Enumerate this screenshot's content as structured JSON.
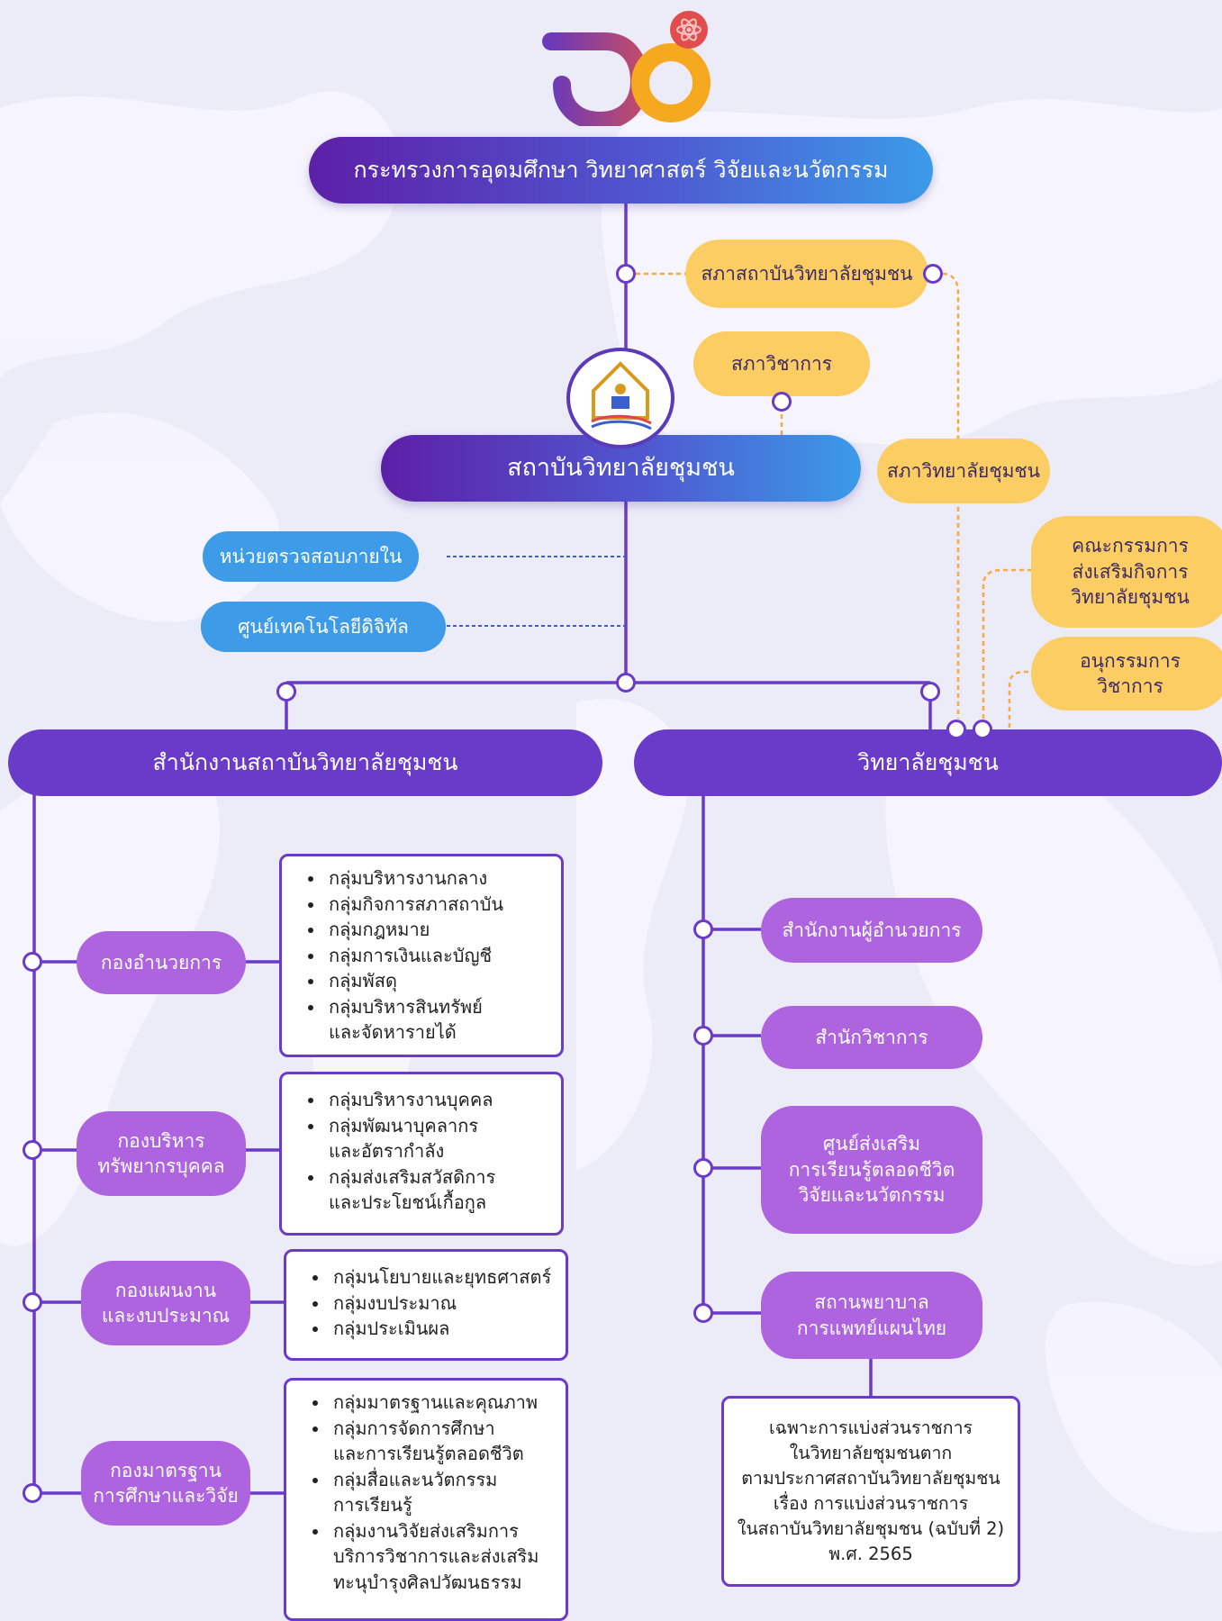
{
  "colors": {
    "background": "#ecebf8",
    "line_purple": "#6a3ac9",
    "ministry_gradient": [
      "#5d1fa8",
      "#3b9be9"
    ],
    "council_yellow": "#fccd63",
    "unit_blue": "#3d9be8",
    "branch_dark_purple": "#6a3ac9",
    "division_light_purple": "#ae63df"
  },
  "logo": {
    "icon": "institute-logo-with-atom-icon"
  },
  "ministry": {
    "label": "กระทรวงการอุดมศึกษา วิทยาศาสตร์ วิจัยและนวัตกรรม"
  },
  "councils": {
    "institute_council": "สภาสถาบันวิทยาลัยชุมชน",
    "academic_council": "สภาวิชาการ",
    "college_council": "สภาวิทยาลัยชุมชน",
    "promotion_committee": [
      "คณะกรรมการ",
      "ส่งเสริมกิจการ",
      "วิทยาลัยชุมชน"
    ],
    "academic_subcommittee": [
      "อนุกรรมการ",
      "วิชาการ"
    ]
  },
  "institute": {
    "label": "สถาบันวิทยาลัยชุมชน",
    "seal_icon": "institute-seal-icon"
  },
  "units": {
    "internal_audit": "หน่วยตรวจสอบภายใน",
    "digital_center": "ศูนย์เทคโนโลยีดิจิทัล"
  },
  "office_branch": {
    "title": "สำนักงานสถาบันวิทยาลัยชุมชน",
    "divisions": [
      {
        "label_lines": [
          "กองอำนวยการ"
        ],
        "groups": [
          [
            "กลุ่มบริหารงานกลาง"
          ],
          [
            "กลุ่มกิจการสภาสถาบัน"
          ],
          [
            "กลุ่มกฎหมาย"
          ],
          [
            "กลุ่มการเงินและบัญชี"
          ],
          [
            "กลุ่มพัสดุ"
          ],
          [
            "กลุ่มบริหารสินทรัพย์",
            "และจัดหารายได้"
          ]
        ]
      },
      {
        "label_lines": [
          "กองบริหาร",
          "ทรัพยากรบุคคล"
        ],
        "groups": [
          [
            "กลุ่มบริหารงานบุคคล"
          ],
          [
            "กลุ่มพัฒนาบุคลากร",
            "และอัตรากำลัง"
          ],
          [
            "กลุ่มส่งเสริมสวัสดิการ",
            "และประโยชน์เกื้อกูล"
          ]
        ]
      },
      {
        "label_lines": [
          "กองแผนงาน",
          "และงบประมาณ"
        ],
        "groups": [
          [
            "กลุ่มนโยบายและยุทธศาสตร์"
          ],
          [
            "กลุ่มงบประมาณ"
          ],
          [
            "กลุ่มประเมินผล"
          ]
        ]
      },
      {
        "label_lines": [
          "กองมาตรฐาน",
          "การศึกษาและวิจัย"
        ],
        "groups": [
          [
            "กลุ่มมาตรฐานและคุณภาพ"
          ],
          [
            "กลุ่มการจัดการศึกษา",
            "และการเรียนรู้ตลอดชีวิต"
          ],
          [
            "กลุ่มสื่อและนวัตกรรม",
            "การเรียนรู้"
          ],
          [
            "กลุ่มงานวิจัยส่งเสริมการ",
            "บริการวิชาการและส่งเสริม",
            "ทะนุบำรุงศิลปวัฒนธรรม"
          ]
        ]
      }
    ]
  },
  "college_branch": {
    "title": "วิทยาลัยชุมชน",
    "units": [
      {
        "label_lines": [
          "สำนักงานผู้อำนวยการ"
        ]
      },
      {
        "label_lines": [
          "สำนักวิชาการ"
        ]
      },
      {
        "label_lines": [
          "ศูนย์ส่งเสริม",
          "การเรียนรู้ตลอดชีวิต",
          "วิจัยและนวัตกรรม"
        ]
      },
      {
        "label_lines": [
          "สถานพยาบาล",
          "การแพทย์แผนไทย"
        ]
      }
    ],
    "note_lines": [
      "เฉพาะการแบ่งส่วนราชการ",
      "ในวิทยาลัยชุมชนตาก",
      "ตามประกาศสถาบันวิทยาลัยชุมชน",
      "เรื่อง การแบ่งส่วนราชการ",
      "ในสถาบันวิทยาลัยชุมชน (ฉบับที่ 2)",
      "พ.ศ. 2565"
    ]
  }
}
